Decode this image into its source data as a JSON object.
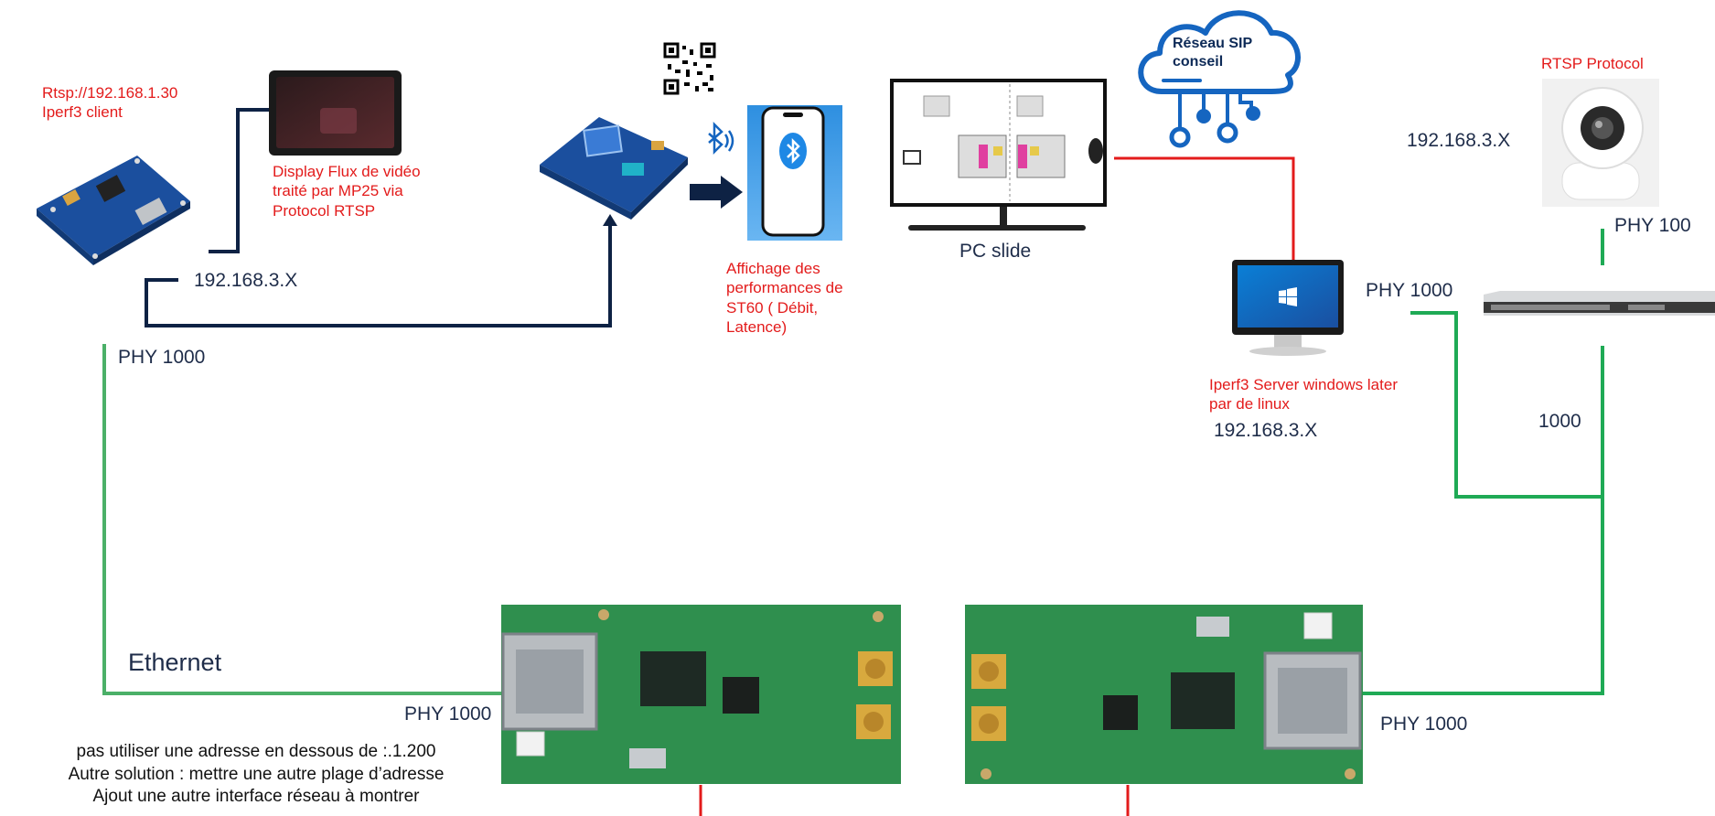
{
  "labels": {
    "client_info": "Rtsp://192.168.1.30\nIperf3 client",
    "display_info": "Display Flux de vidéo\ntraité par MP25 via\nProtocol RTSP",
    "ip_client": "192.168.3.X",
    "phy_left": "PHY 1000",
    "ethernet": "Ethernet",
    "phy_board_left": "PHY 1000",
    "phy_board_right": "PHY 1000",
    "affichage": "Affichage des\nperformances de\nST60 ( Débit,\nLatence)",
    "pc_slide": "PC slide",
    "cloud": "Réseau SIP\nconseil",
    "rtsp_protocol": "RTSP Protocol",
    "ip_camera": "192.168.3.X",
    "phy_100": "PHY 100",
    "phy_1000_switch": "PHY 1000",
    "link_1000": "1000",
    "iperf_server": "Iperf3 Server windows later\npar de linux",
    "ip_server": "192.168.3.X",
    "notes": "pas utiliser une adresse en dessous de :.1.200\nAutre solution : mettre une autre plage d’adresse\nAjout une autre interface réseau à montrer"
  },
  "colors": {
    "green_link": "#1faa55",
    "navy_link": "#0e2244",
    "red_link": "#e31b1b",
    "cloud_blue": "#1565c0",
    "pcb_green": "#2f8f4e"
  },
  "icons": [
    "bluetooth-icon",
    "arrow-right-icon",
    "cloud-network-icon",
    "qr-code-icon",
    "windows-logo-icon"
  ]
}
